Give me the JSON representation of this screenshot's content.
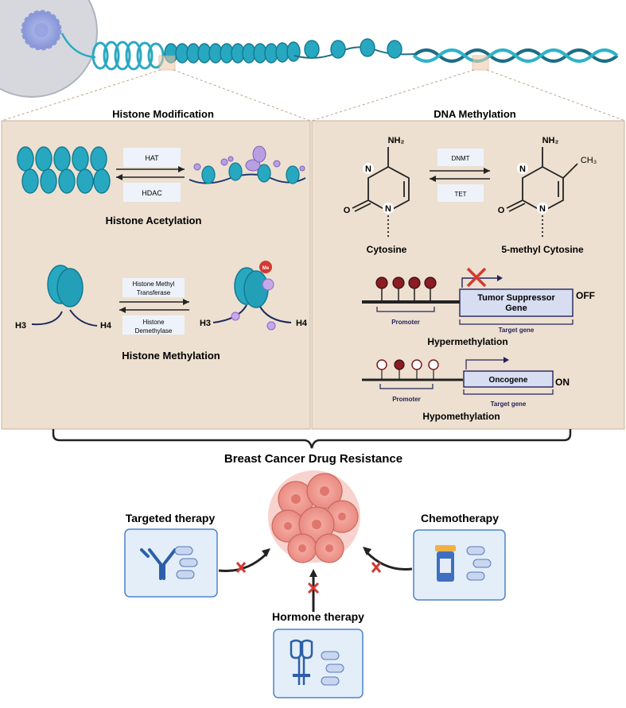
{
  "histone_panel": {
    "title": "Histone Modification",
    "acetylation": {
      "forward_enzyme": "HAT",
      "reverse_enzyme": "HDAC",
      "caption": "Histone Acetylation"
    },
    "methylation": {
      "forward_enzyme_line1": "Histone Methyl",
      "forward_enzyme_line2": "Transferase",
      "reverse_enzyme_line1": "Histone",
      "reverse_enzyme_line2": "Demethylase",
      "label_h3": "H3",
      "label_h4": "H4",
      "me_tag": "Me",
      "caption": "Histone Methylation"
    }
  },
  "dna_panel": {
    "title": "DNA Methylation",
    "forward_enzyme": "DNMT",
    "reverse_enzyme": "TET",
    "cytosine": {
      "name": "Cytosine",
      "amine": "NH₂",
      "n": "N",
      "o": "O"
    },
    "methyl_cytosine": {
      "name": "5-methyl Cytosine",
      "amine": "NH₂",
      "methyl": "CH₃",
      "n": "N",
      "o": "O"
    },
    "hyper": {
      "gene_line1": "Tumor Suppressor",
      "gene_line2": "Gene",
      "state": "OFF",
      "promoter_label": "Promoter",
      "target_label": "Target gene",
      "caption": "Hypermethylation"
    },
    "hypo": {
      "gene": "Oncogene",
      "state": "ON",
      "promoter_label": "Promoter",
      "target_label": "Target gene",
      "caption": "Hypomethylation"
    }
  },
  "main_title": "Breast Cancer Drug Resistance",
  "therapies": {
    "targeted": "Targeted therapy",
    "chemo": "Chemotherapy",
    "hormone": "Hormone therapy"
  },
  "colors": {
    "panel_bg": "#ede0d0",
    "panel_border": "#c9b59c",
    "teal": "#2bb0c6",
    "teal_dark": "#127a91",
    "navy": "#23235a",
    "red": "#d23a33",
    "maroon": "#7a1b22",
    "therapy_box": "#e3eef9",
    "therapy_border": "#4c83c8",
    "tumor": "#ef8f86"
  }
}
